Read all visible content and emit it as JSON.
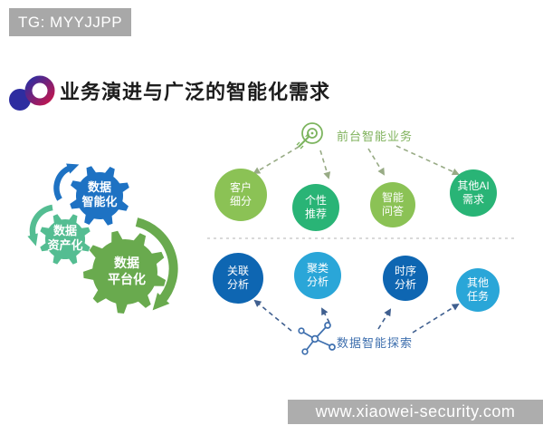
{
  "header": {
    "banner": "TG: MYYJJPP"
  },
  "title": {
    "text": "业务演进与广泛的智能化需求",
    "logo_icon": "overlapping-circles-logo"
  },
  "palette": {
    "banner_gray": "#a8a8a8",
    "watermark_gray": "#adadad",
    "gear_arrow_blue": "#1e72c3",
    "gear_arrow_teal": "#5ec097",
    "gear_arrow_green": "#69aa4e",
    "top_dashed_arrow": "#98ab85",
    "bottom_dashed_arrow": "#3f5f8f",
    "divider_gray": "#d9d9d9",
    "logo_blue": "#2e2da0",
    "logo_red": "#c2164e"
  },
  "gears": {
    "items": [
      {
        "label": "数据\n智能化",
        "color": "#1e72c3"
      },
      {
        "label": "数据\n资产化",
        "color": "#54bd92"
      },
      {
        "label": "数据\n平台化",
        "color": "#69aa4e"
      }
    ]
  },
  "front_office": {
    "icon": "target-dart-icon",
    "label": "前台智能业务",
    "label_color": "#7fb25c",
    "circles": [
      {
        "label": "客户\n细分",
        "color": "#8bc255"
      },
      {
        "label": "个性\n推荐",
        "color": "#29b476"
      },
      {
        "label": "智能\n问答",
        "color": "#8bc255"
      },
      {
        "label": "其他AI\n需求",
        "color": "#29b476"
      }
    ]
  },
  "exploration": {
    "icon": "network-nodes-icon",
    "label": "数据智能探索",
    "label_color": "#3e6fae",
    "circles": [
      {
        "label": "关联\n分析",
        "color": "#0e66b2"
      },
      {
        "label": "聚类\n分析",
        "color": "#2aa6d8"
      },
      {
        "label": "时序\n分析",
        "color": "#0e66b2"
      },
      {
        "label": "其他\n任务",
        "color": "#2aa6d8"
      }
    ]
  },
  "watermark": {
    "text": "www.xiaowei-security.com"
  }
}
